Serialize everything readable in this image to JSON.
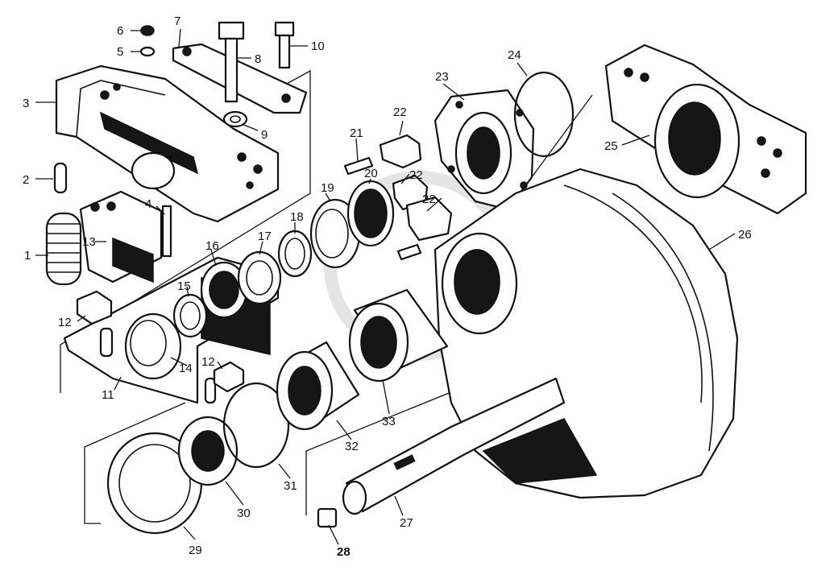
{
  "diagram": {
    "callouts": [
      {
        "id": "c1",
        "text": "1"
      },
      {
        "id": "c2",
        "text": "2"
      },
      {
        "id": "c3",
        "text": "3"
      },
      {
        "id": "c4",
        "text": "4"
      },
      {
        "id": "c5",
        "text": "5"
      },
      {
        "id": "c6",
        "text": "6"
      },
      {
        "id": "c7",
        "text": "7"
      },
      {
        "id": "c8",
        "text": "8"
      },
      {
        "id": "c9",
        "text": "9"
      },
      {
        "id": "c10",
        "text": "10"
      },
      {
        "id": "c11",
        "text": "11"
      },
      {
        "id": "c12a",
        "text": "12"
      },
      {
        "id": "c12b",
        "text": "12"
      },
      {
        "id": "c13",
        "text": "13"
      },
      {
        "id": "c14",
        "text": "14"
      },
      {
        "id": "c15",
        "text": "15"
      },
      {
        "id": "c16",
        "text": "16"
      },
      {
        "id": "c17",
        "text": "17"
      },
      {
        "id": "c18",
        "text": "18"
      },
      {
        "id": "c19",
        "text": "19"
      },
      {
        "id": "c20",
        "text": "20"
      },
      {
        "id": "c21",
        "text": "21"
      },
      {
        "id": "c22a",
        "text": "22"
      },
      {
        "id": "c22b",
        "text": "22"
      },
      {
        "id": "c22c",
        "text": "22"
      },
      {
        "id": "c23",
        "text": "23"
      },
      {
        "id": "c24",
        "text": "24"
      },
      {
        "id": "c25",
        "text": "25"
      },
      {
        "id": "c26",
        "text": "26"
      },
      {
        "id": "c27",
        "text": "27"
      },
      {
        "id": "c28",
        "text": "28"
      },
      {
        "id": "c29",
        "text": "29"
      },
      {
        "id": "c30",
        "text": "30"
      },
      {
        "id": "c31",
        "text": "31"
      },
      {
        "id": "c32",
        "text": "32"
      },
      {
        "id": "c33",
        "text": "33"
      }
    ]
  }
}
